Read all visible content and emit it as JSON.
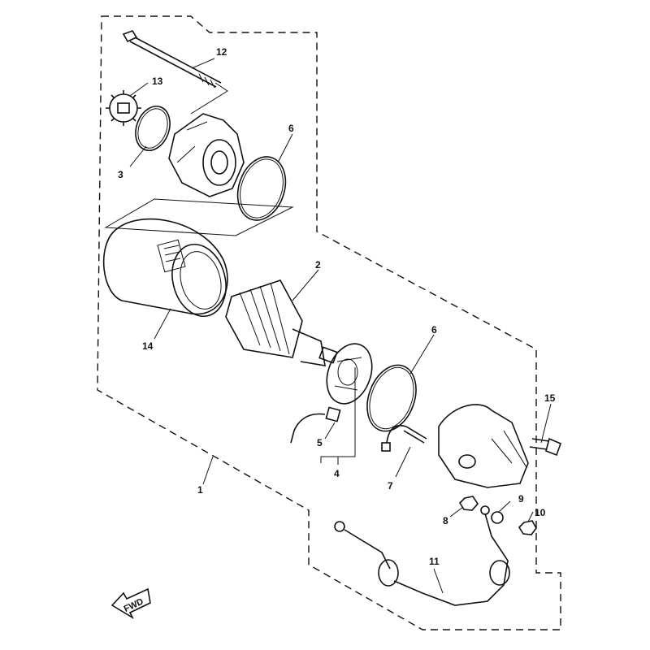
{
  "callouts": {
    "c1": "1",
    "c2": "2",
    "c3": "3",
    "c4": "4",
    "c5": "5",
    "c6a": "6",
    "c6b": "6",
    "c7": "7",
    "c8": "8",
    "c9": "9",
    "c10": "10",
    "c11": "11",
    "c12": "12",
    "c13": "13",
    "c14": "14",
    "c15": "15"
  },
  "fwd_label": "FWD"
}
